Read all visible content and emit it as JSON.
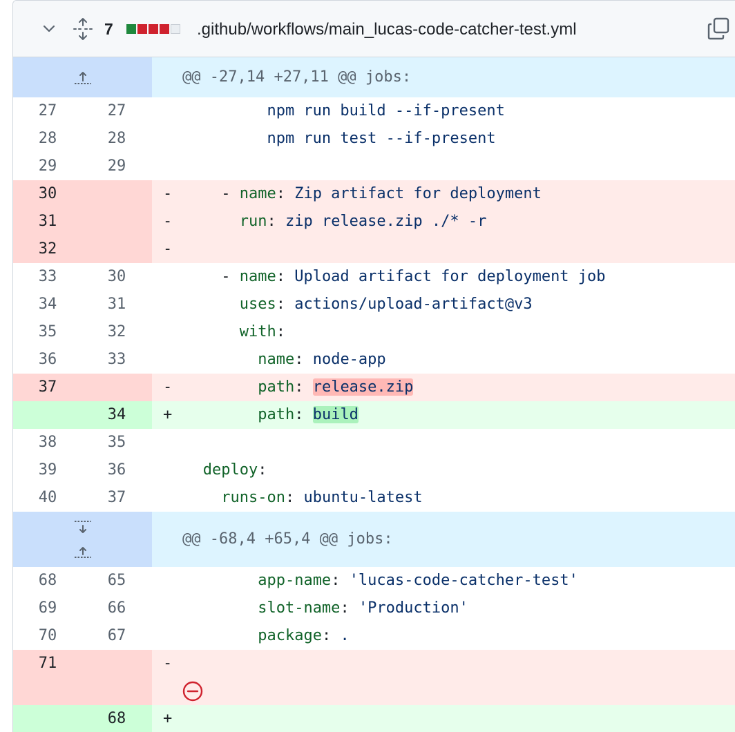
{
  "file": {
    "change_count": "7",
    "path": ".github/workflows/main_lucas-code-catcher-test.yml",
    "diffstat": [
      "add",
      "del",
      "del",
      "del",
      "neutral"
    ]
  },
  "hunks": [
    {
      "header": "@@ -27,14 +27,11 @@ jobs:"
    },
    {
      "header": "@@ -68,4 +65,4 @@ jobs:"
    }
  ],
  "lines1": [
    {
      "type": "ctx",
      "old": "27",
      "new": "27",
      "sign": "",
      "indent": "          ",
      "key": "",
      "sep": "",
      "val": "npm run build --if-present"
    },
    {
      "type": "ctx",
      "old": "28",
      "new": "28",
      "sign": "",
      "indent": "          ",
      "key": "",
      "sep": "",
      "val": "npm run test --if-present"
    },
    {
      "type": "ctx",
      "old": "29",
      "new": "29",
      "sign": "",
      "indent": "",
      "key": "",
      "sep": "",
      "val": ""
    },
    {
      "type": "del",
      "old": "30",
      "new": "",
      "sign": "-",
      "indent": "     - ",
      "key": "name",
      "sep": ": ",
      "val": "Zip artifact for deployment"
    },
    {
      "type": "del",
      "old": "31",
      "new": "",
      "sign": "-",
      "indent": "       ",
      "key": "run",
      "sep": ": ",
      "val": "zip release.zip ./* -r"
    },
    {
      "type": "del",
      "old": "32",
      "new": "",
      "sign": "-",
      "indent": "",
      "key": "",
      "sep": "",
      "val": ""
    },
    {
      "type": "ctx",
      "old": "33",
      "new": "30",
      "sign": "",
      "indent": "     - ",
      "key": "name",
      "sep": ": ",
      "val": "Upload artifact for deployment job"
    },
    {
      "type": "ctx",
      "old": "34",
      "new": "31",
      "sign": "",
      "indent": "       ",
      "key": "uses",
      "sep": ": ",
      "val": "actions/upload-artifact@v3"
    },
    {
      "type": "ctx",
      "old": "35",
      "new": "32",
      "sign": "",
      "indent": "       ",
      "key": "with",
      "sep": ":",
      "val": ""
    },
    {
      "type": "ctx",
      "old": "36",
      "new": "33",
      "sign": "",
      "indent": "         ",
      "key": "name",
      "sep": ": ",
      "val": "node-app"
    },
    {
      "type": "del",
      "old": "37",
      "new": "",
      "sign": "-",
      "indent": "         ",
      "key": "path",
      "sep": ": ",
      "val": "release.zip",
      "hl": true
    },
    {
      "type": "add",
      "old": "",
      "new": "34",
      "sign": "+",
      "indent": "         ",
      "key": "path",
      "sep": ": ",
      "val": "build",
      "hl": true
    },
    {
      "type": "ctx",
      "old": "38",
      "new": "35",
      "sign": "",
      "indent": "",
      "key": "",
      "sep": "",
      "val": ""
    },
    {
      "type": "ctx",
      "old": "39",
      "new": "36",
      "sign": "",
      "indent": "   ",
      "key": "deploy",
      "sep": ":",
      "val": ""
    },
    {
      "type": "ctx",
      "old": "40",
      "new": "37",
      "sign": "",
      "indent": "     ",
      "key": "runs-on",
      "sep": ": ",
      "val": "ubuntu-latest"
    }
  ],
  "lines2": [
    {
      "type": "ctx",
      "old": "68",
      "new": "65",
      "sign": "",
      "indent": "         ",
      "key": "app-name",
      "sep": ": ",
      "val": "'lucas-code-catcher-test'"
    },
    {
      "type": "ctx",
      "old": "69",
      "new": "66",
      "sign": "",
      "indent": "         ",
      "key": "slot-name",
      "sep": ": ",
      "val": "'Production'"
    },
    {
      "type": "ctx",
      "old": "70",
      "new": "67",
      "sign": "",
      "indent": "         ",
      "key": "package",
      "sep": ": ",
      "val": "."
    },
    {
      "type": "del",
      "old": "71",
      "new": "",
      "sign": "-",
      "indent": "",
      "key": "",
      "sep": "",
      "val": "",
      "tall": true,
      "icon": "no-newline-icon"
    },
    {
      "type": "add",
      "old": "",
      "new": "68",
      "sign": "+",
      "indent": "",
      "key": "",
      "sep": "",
      "val": ""
    }
  ],
  "icons": {
    "chevron": "chevron-down-icon",
    "expand": "unfold-icon",
    "copy": "copy-icon",
    "expand_up": "expand-up-icon",
    "expand_both": "expand-both-icon"
  },
  "colors": {
    "del_bg": "#ffebe9",
    "del_num_bg": "#ffd7d5",
    "add_bg": "#e6ffec",
    "add_num_bg": "#ccffd8",
    "hunk_bg": "#ddf4ff",
    "hunk_num_bg": "#c9dffc",
    "conflict_red": "#cf222e"
  }
}
